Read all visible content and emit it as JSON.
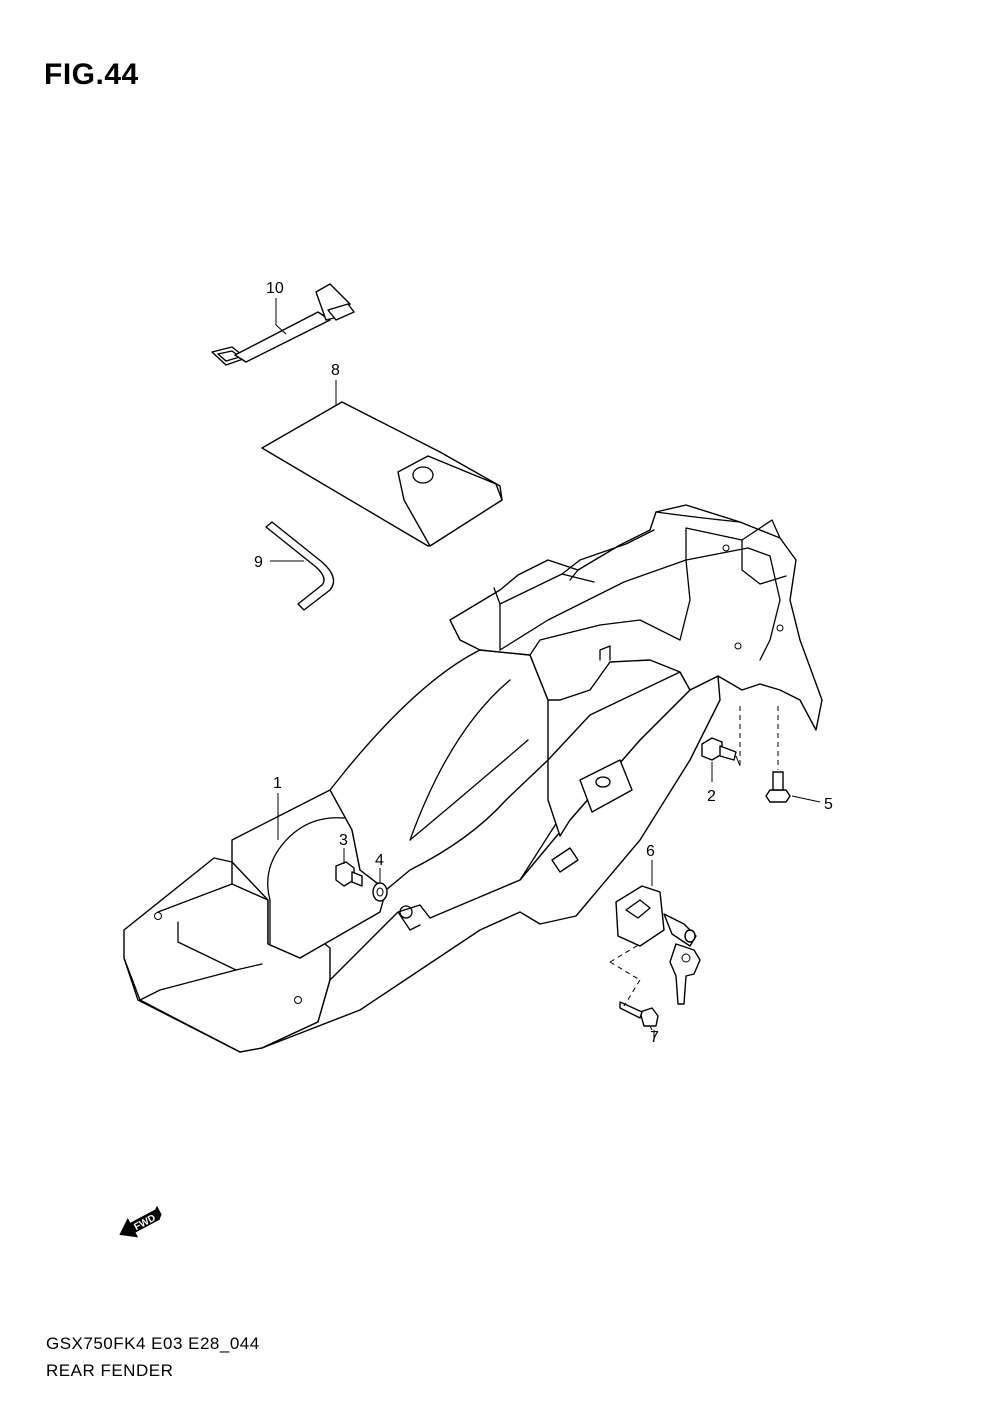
{
  "figure": {
    "title": "FIG.44",
    "code": "GSX750FK4 E03 E28_044",
    "name": "REAR FENDER"
  },
  "callouts": [
    {
      "id": "1",
      "label": "1"
    },
    {
      "id": "2",
      "label": "2"
    },
    {
      "id": "3",
      "label": "3"
    },
    {
      "id": "4",
      "label": "4"
    },
    {
      "id": "5",
      "label": "5"
    },
    {
      "id": "6",
      "label": "6"
    },
    {
      "id": "7",
      "label": "7"
    },
    {
      "id": "8",
      "label": "8"
    },
    {
      "id": "9",
      "label": "9"
    },
    {
      "id": "10",
      "label": "10"
    }
  ],
  "fwd_arrow": {
    "label": "FWD"
  }
}
